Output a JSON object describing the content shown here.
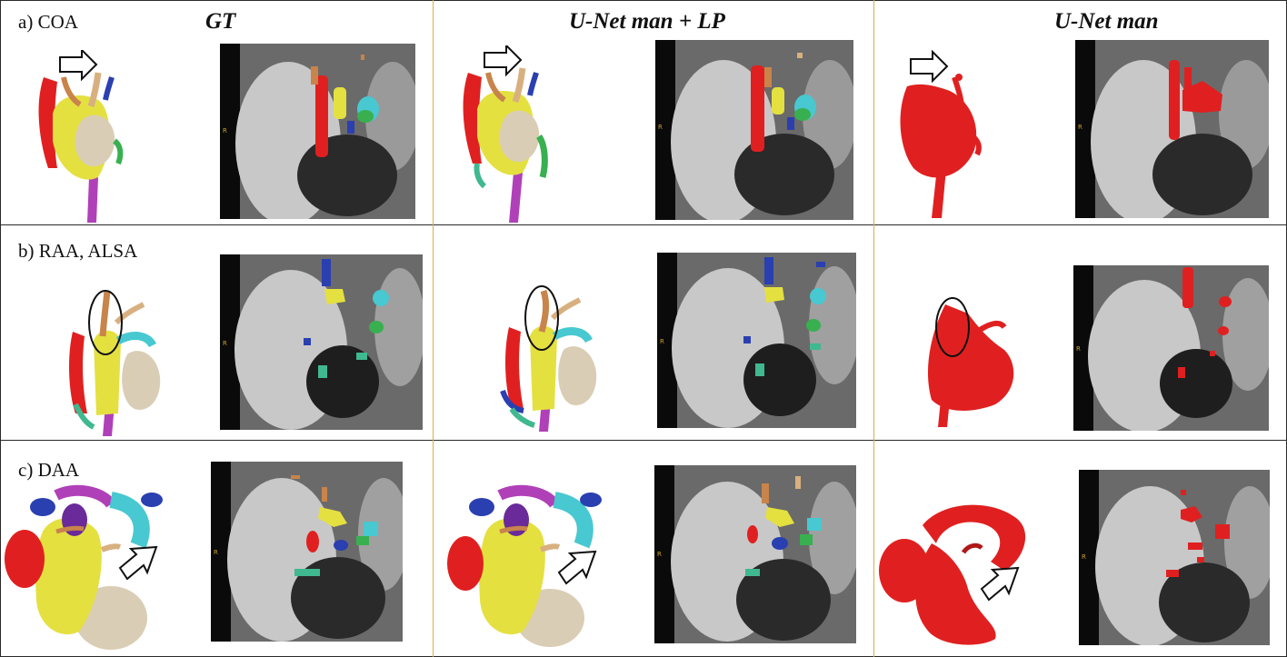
{
  "columns": [
    {
      "label": "GT"
    },
    {
      "label": "U-Net man + LP"
    },
    {
      "label": "U-Net man"
    }
  ],
  "rows": [
    {
      "label": "a) COA"
    },
    {
      "label": "b) RAA, ALSA"
    },
    {
      "label": "c) DAA"
    }
  ],
  "orientation_marker": "R",
  "colors": {
    "red": "#e02020",
    "yellow": "#e4e040",
    "beige": "#d9cdb5",
    "orange_brown": "#c8844a",
    "dark_blue": "#2a3fb0",
    "cyan": "#48c8d0",
    "green": "#38b050",
    "teal": "#40b890",
    "magenta": "#b040b8",
    "purple": "#6a2a9a",
    "tan": "#d8b080",
    "mri_bg": "#555555",
    "grid_inner": "#d8b04a"
  }
}
